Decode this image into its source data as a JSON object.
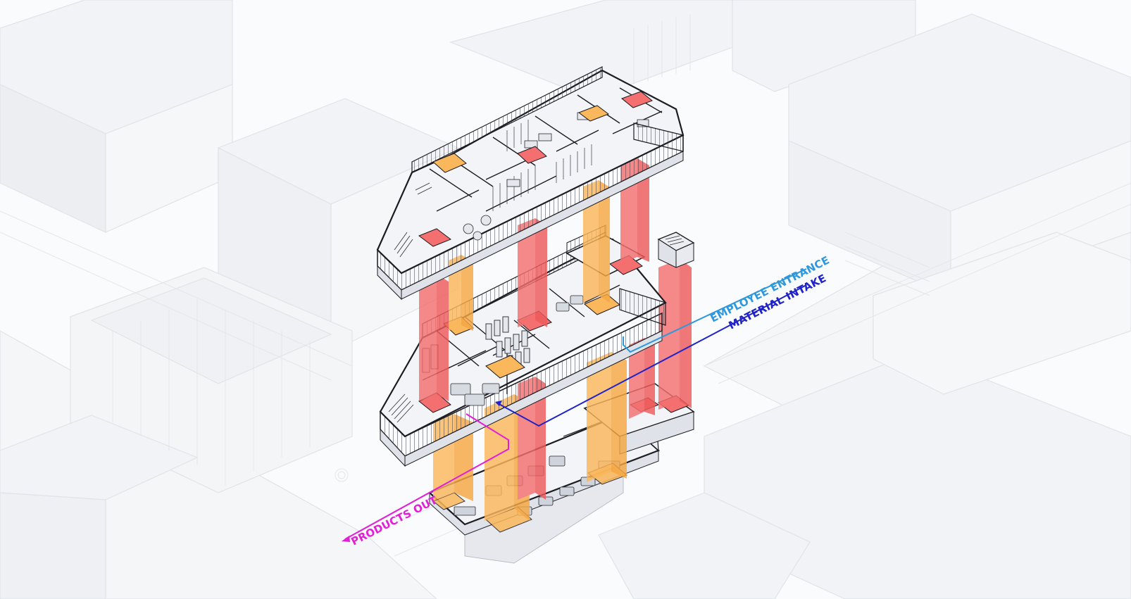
{
  "diagram": {
    "flows": {
      "employee_entrance": {
        "label": "EMPLOYEE ENTRANCE",
        "color": "#2f98dc"
      },
      "material_intake": {
        "label": "MATERIAL INTAKE",
        "color": "#1f23c8"
      },
      "products_out": {
        "label": "PRODUCTS OUT",
        "color": "#e21fd6"
      }
    },
    "colors": {
      "core_red": "#f46f6f",
      "core_orange": "#fbb75b",
      "floor_fill": "#f3f4f7",
      "floor_edge": "#1c1c22",
      "context_line": "#dfe2e8",
      "context_fill": "#f2f3f6"
    },
    "icons": [
      "shelving-rack-icon",
      "machine-icon",
      "table-chairs-icon",
      "stair-icon"
    ]
  }
}
